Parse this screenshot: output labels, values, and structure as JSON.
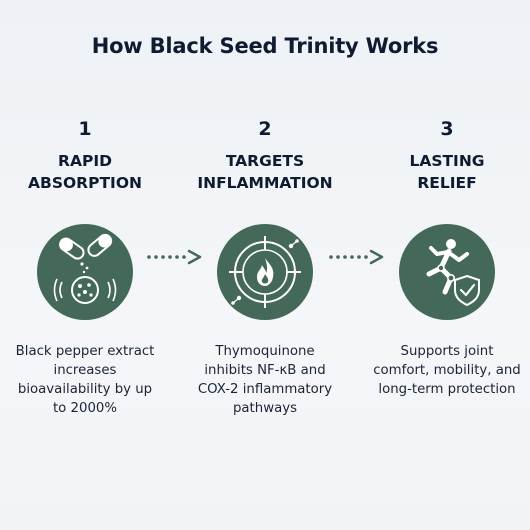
{
  "title": "How Black Seed Trinity Works",
  "steps": [
    {
      "number": "1",
      "heading_line1": "RAPID",
      "heading_line2": "ABSORPTION",
      "icon": "capsule-pepper-icon",
      "description": "Black pepper extract increases bioavailability by up to 2000%"
    },
    {
      "number": "2",
      "heading_line1": "TARGETS",
      "heading_line2": "INFLAMMATION",
      "icon": "flame-target-icon",
      "description": "Thymoquinone inhibits NF-κB and COX-2 inflammatory pathways"
    },
    {
      "number": "3",
      "heading_line1": "LASTING",
      "heading_line2": "RELIEF",
      "icon": "running-shield-icon",
      "description": "Supports joint comfort, mobility, and long-term protection"
    }
  ],
  "colors": {
    "circle": "#456958",
    "text": "#0e1b31",
    "arrow": "#456958"
  }
}
